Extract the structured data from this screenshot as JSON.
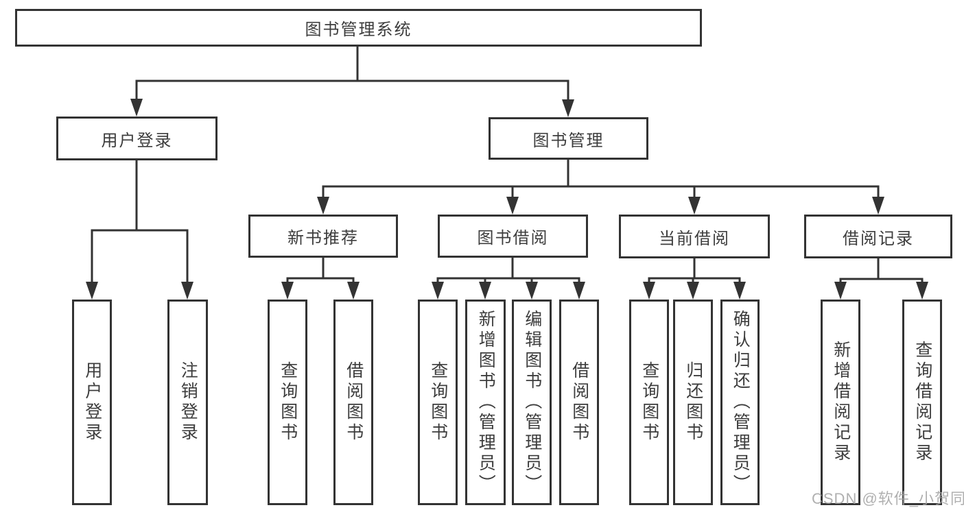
{
  "diagram": {
    "root": "图书管理系统",
    "level2": [
      "用户登录",
      "图书管理"
    ],
    "level3": [
      "新书推荐",
      "图书借阅",
      "当前借阅",
      "借阅记录"
    ],
    "leaves": {
      "user": [
        "用户登录",
        "注销登录"
      ],
      "new_book": [
        "查询图书",
        "借阅图书"
      ],
      "book_borrow": [
        "查询图书",
        "新增图书（管理员）",
        "编辑图书（管理员）",
        "借阅图书"
      ],
      "current_borrow": [
        "查询图书",
        "归还图书",
        "确认归还（管理员）"
      ],
      "borrow_record": [
        "新增借阅记录",
        "查询借阅记录"
      ]
    }
  },
  "watermark": "CSDN @软件_小贺同学",
  "colors": {
    "line": "#333333",
    "text": "#3d3d3d",
    "background": "#ffffff",
    "watermark": "#a3a3a3"
  }
}
